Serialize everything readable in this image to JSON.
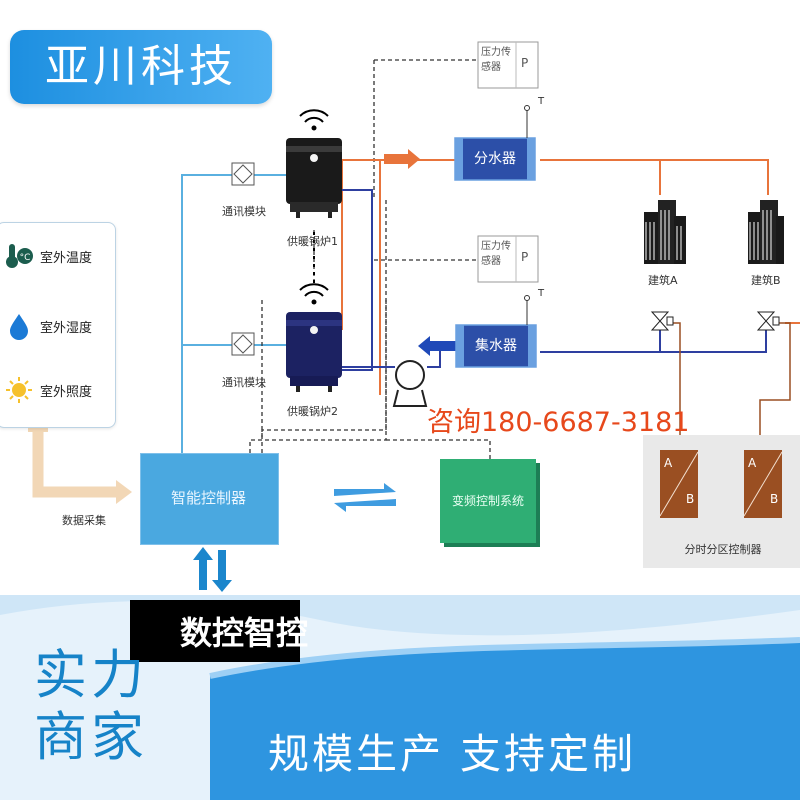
{
  "brand": {
    "name": "亚川科技"
  },
  "sensors": [
    {
      "label": "室外温度",
      "icon": "thermometer-icon"
    },
    {
      "label": "室外湿度",
      "icon": "water-drop-icon"
    },
    {
      "label": "室外照度",
      "icon": "sun-icon"
    }
  ],
  "data_collect_label": "数据采集",
  "comm_modules": [
    "通讯模块",
    "通讯模块"
  ],
  "boilers": [
    "供暖锅炉1",
    "供暖锅炉2"
  ],
  "pressure_sensors": [
    {
      "label": "压力传感器",
      "symbol": "P"
    },
    {
      "label": "压力传感器",
      "symbol": "P"
    }
  ],
  "temp_symbol": "T",
  "distributor": "分水器",
  "collector": "集水器",
  "buildings": [
    "建筑A",
    "建筑B"
  ],
  "controller": "智能控制器",
  "vfd_system": "变频控制系统",
  "zone_controller": {
    "label": "分时分区控制器",
    "a": "A",
    "b": "B"
  },
  "contact": "咨询180-6687-3181",
  "black_banner_text": "数控智控",
  "footer": {
    "left": "实力商家",
    "right": "规模生产  支持定制"
  },
  "colors": {
    "accent_blue": "#1d8fe0",
    "controller_blue": "#4aa8e0",
    "vfd_green": "#2fae74",
    "supply_pipe": "#e8743b",
    "return_pipe": "#2e3fa0",
    "zone_brown": "#9a4f22"
  }
}
